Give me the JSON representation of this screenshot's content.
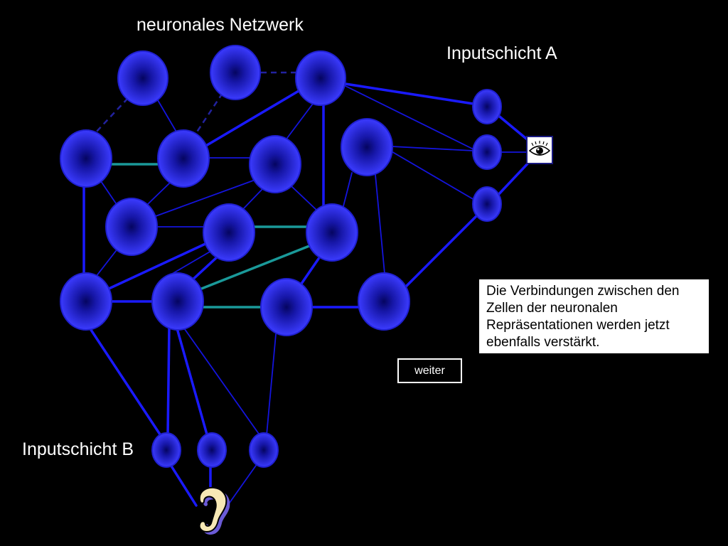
{
  "slide": {
    "title": "neuronales Netzwerk",
    "input_layer_a": {
      "label": "Inputschicht A",
      "icon": "eye-icon"
    },
    "input_layer_b": {
      "label": "Inputschicht B",
      "icon": "ear-icon"
    },
    "info_box": {
      "lines": [
        "Die Verbindungen zwischen den",
        "Zellen der neuronalen",
        "Repräsentationen werden jetzt",
        "ebenfalls verstärkt."
      ]
    },
    "next_button": {
      "label": "weiter"
    }
  },
  "colors": {
    "background": "#000000",
    "node": "#3b3bff",
    "node_center": "#050560",
    "connection": "#1a1aff",
    "strengthened_connection": "#1a9999",
    "text": "#ffffff",
    "info_box_background": "#ffffff",
    "info_box_text": "#000000"
  }
}
